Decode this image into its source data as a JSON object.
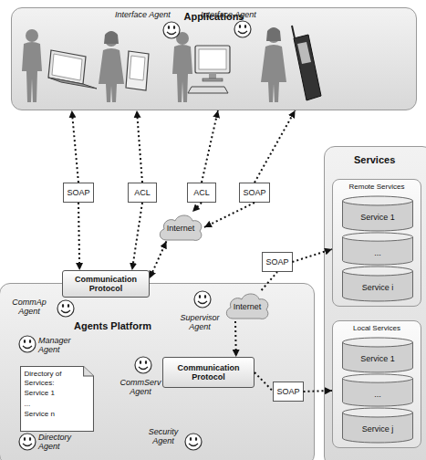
{
  "diagram": {
    "nodes": [
      {
        "text": [
          "Applications"
        ]
      },
      {
        "text": [
          "SOAP"
        ]
      },
      {
        "text": [
          "ACL"
        ]
      },
      {
        "text": [
          "ACL"
        ]
      },
      {
        "text": [
          "SOAP"
        ]
      },
      {
        "text": [
          "Internet"
        ]
      },
      {
        "text": [
          "Agents Platform"
        ]
      },
      {
        "text": [
          "Communication Protocol"
        ],
        "in": 6
      },
      {
        "text": [
          "Directory of Services:",
          "Service 1",
          "...",
          "Service n"
        ],
        "in": 6
      },
      {
        "text": [
          "Communication Protocol"
        ],
        "in": 6
      },
      {
        "text": [
          "Internet"
        ]
      },
      {
        "text": [
          "SOAP"
        ]
      },
      {
        "text": [
          "SOAP"
        ]
      },
      {
        "text": [
          "Services"
        ]
      },
      {
        "text": [
          "Remote Services"
        ],
        "in": 13
      },
      {
        "text": [
          "Service 1"
        ],
        "in": 14
      },
      {
        "text": [
          "..."
        ],
        "in": 14
      },
      {
        "text": [
          "Service i"
        ],
        "in": 14
      },
      {
        "text": [
          "Local Services"
        ],
        "in": 13
      },
      {
        "text": [
          "Service 1"
        ],
        "in": 18
      },
      {
        "text": [
          "..."
        ],
        "in": 18
      },
      {
        "text": [
          "Service j"
        ],
        "in": 18
      }
    ],
    "edges": [
      {
        "from": 1,
        "to": 0,
        "arrow": "to"
      },
      {
        "from": 2,
        "to": 0,
        "arrow": "to"
      },
      {
        "from": 3,
        "to": 0,
        "arrow": "to"
      },
      {
        "from": 4,
        "to": 0,
        "arrow": "to"
      },
      {
        "from": 1,
        "to": 7,
        "arrow": "to"
      },
      {
        "from": 2,
        "to": 7,
        "arrow": "to"
      },
      {
        "from": 3,
        "to": 5,
        "arrow": "to"
      },
      {
        "from": 4,
        "to": 5,
        "arrow": "to"
      },
      {
        "from": 5,
        "to": 7,
        "arrow": "both"
      },
      {
        "from": 10,
        "to": 9,
        "arrow": "to"
      },
      {
        "from": 10,
        "to": 11,
        "arrow": "none"
      },
      {
        "from": 11,
        "to": 14,
        "arrow": "to"
      },
      {
        "from": 9,
        "to": 12,
        "arrow": "none"
      },
      {
        "from": 12,
        "to": 18,
        "arrow": "to"
      }
    ],
    "labels": [
      "Interface Agent",
      "Interface Agent",
      "CommAp Agent",
      "Supervisor Agent",
      "Manager Agent",
      "CommServ Agent",
      "Directory Agent",
      "Security Agent"
    ]
  }
}
